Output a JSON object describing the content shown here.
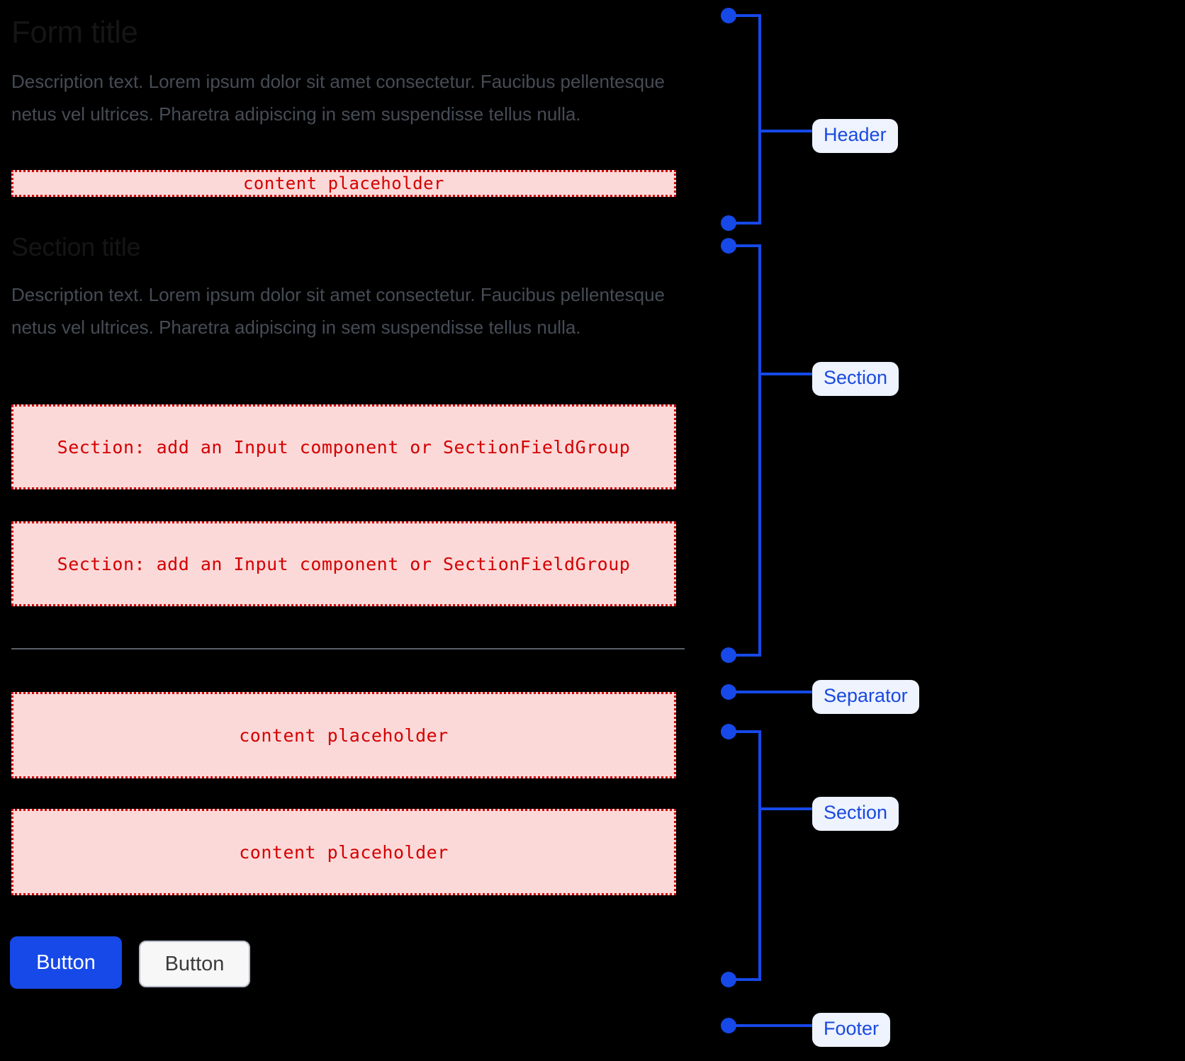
{
  "page": {
    "background_color": "#000000",
    "accent_blue": "#1649e8",
    "placeholder_fill": "#fbd9d9",
    "placeholder_border": "#d40000",
    "placeholder_text_color": "#d40000",
    "title_color": "#151515",
    "description_color": "#464c55",
    "separator_color": "#5a5f68",
    "pill_background": "#eef3fe",
    "pill_text_color": "#1a4ae0"
  },
  "header": {
    "title": "Form title",
    "description": "Description text. Lorem ipsum dolor sit amet consectetur. Faucibus pellentesque netus vel ultrices. Pharetra adipiscing in sem suspendisse tellus nulla.",
    "placeholder": "content placeholder"
  },
  "section": {
    "title": "Section title",
    "description": "Description text. Lorem ipsum dolor sit amet consectetur. Faucibus pellentesque netus vel ultrices. Pharetra adipiscing in sem suspendisse tellus nulla.",
    "placeholders": [
      "Section: add an Input component or SectionFieldGroup",
      "Section: add an Input component or SectionFieldGroup"
    ]
  },
  "section_two": {
    "placeholders": [
      "content placeholder",
      "content placeholder"
    ]
  },
  "footer": {
    "primary_button": "Button",
    "secondary_button": "Button"
  },
  "annotations": {
    "header": "Header",
    "section_one": "Section",
    "separator": "Separator",
    "section_two": "Section",
    "footer": "Footer"
  }
}
